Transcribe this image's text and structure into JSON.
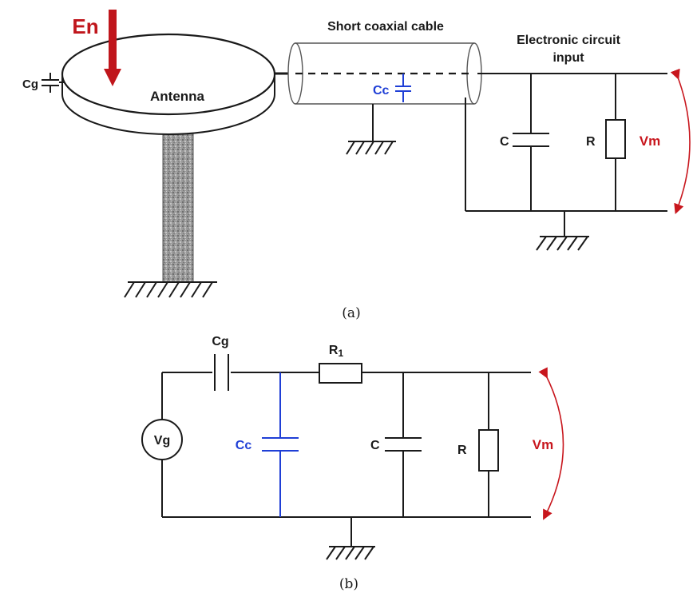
{
  "diagram_a": {
    "field_label": "En",
    "ground_cap_label": "Cg",
    "antenna_label": "Antenna",
    "cable_label": "Short coaxial cable",
    "cable_cap_label": "Cc",
    "circuit_title_line1": "Electronic circuit",
    "circuit_title_line2": "input",
    "cap_label": "C",
    "res_label": "R",
    "voltage_label": "Vm",
    "caption": "(a)"
  },
  "diagram_b": {
    "source_label": "Vg",
    "series_cap_label": "Cg",
    "series_res_label": "R",
    "series_res_sub": "1",
    "shunt_cap_cable_label": "Cc",
    "cap_label": "C",
    "res_label": "R",
    "voltage_label": "Vm",
    "caption": "(b)"
  },
  "colors": {
    "wire": "#1a1a1a",
    "field_arrow": "#c0161c",
    "cable_cap": "#1f3fd6",
    "voltage": "#c8161d",
    "post": "#8a8a8a"
  }
}
